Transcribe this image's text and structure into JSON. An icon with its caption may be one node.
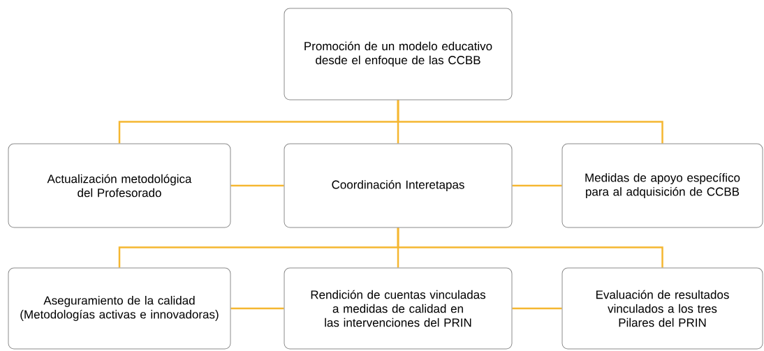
{
  "diagram": {
    "nodes": [
      {
        "text": [
          "Promoción de un modelo educativo desde el enfoque de las CCBB"
        ]
      },
      {
        "text": [
          "Actualización metodológica del Profesorado"
        ]
      },
      {
        "text": [
          "Coordinación Interetapas"
        ]
      },
      {
        "text": [
          "Medidas de apoyo específico para al adquisición de CCBB"
        ]
      },
      {
        "text": [
          "Aseguramiento de la calidad (Metodologías activas e innovadoras)"
        ]
      },
      {
        "text": [
          "Rendición de cuentas vinculadas a medidas de calidad en las intervenciones del PRIN"
        ]
      },
      {
        "text": [
          "Evaluación de resultados vinculados a los tres Pilares del PRIN"
        ]
      }
    ],
    "edges": [
      {
        "from": 0,
        "to": 1,
        "arrow": "none"
      },
      {
        "from": 0,
        "to": 2,
        "arrow": "none"
      },
      {
        "from": 0,
        "to": 3,
        "arrow": "none"
      },
      {
        "from": 1,
        "to": 2,
        "arrow": "none"
      },
      {
        "from": 2,
        "to": 3,
        "arrow": "none"
      },
      {
        "from": 2,
        "to": 4,
        "arrow": "none"
      },
      {
        "from": 2,
        "to": 5,
        "arrow": "none"
      },
      {
        "from": 2,
        "to": 6,
        "arrow": "none"
      },
      {
        "from": 4,
        "to": 5,
        "arrow": "none"
      },
      {
        "from": 5,
        "to": 6,
        "arrow": "none"
      }
    ]
  }
}
